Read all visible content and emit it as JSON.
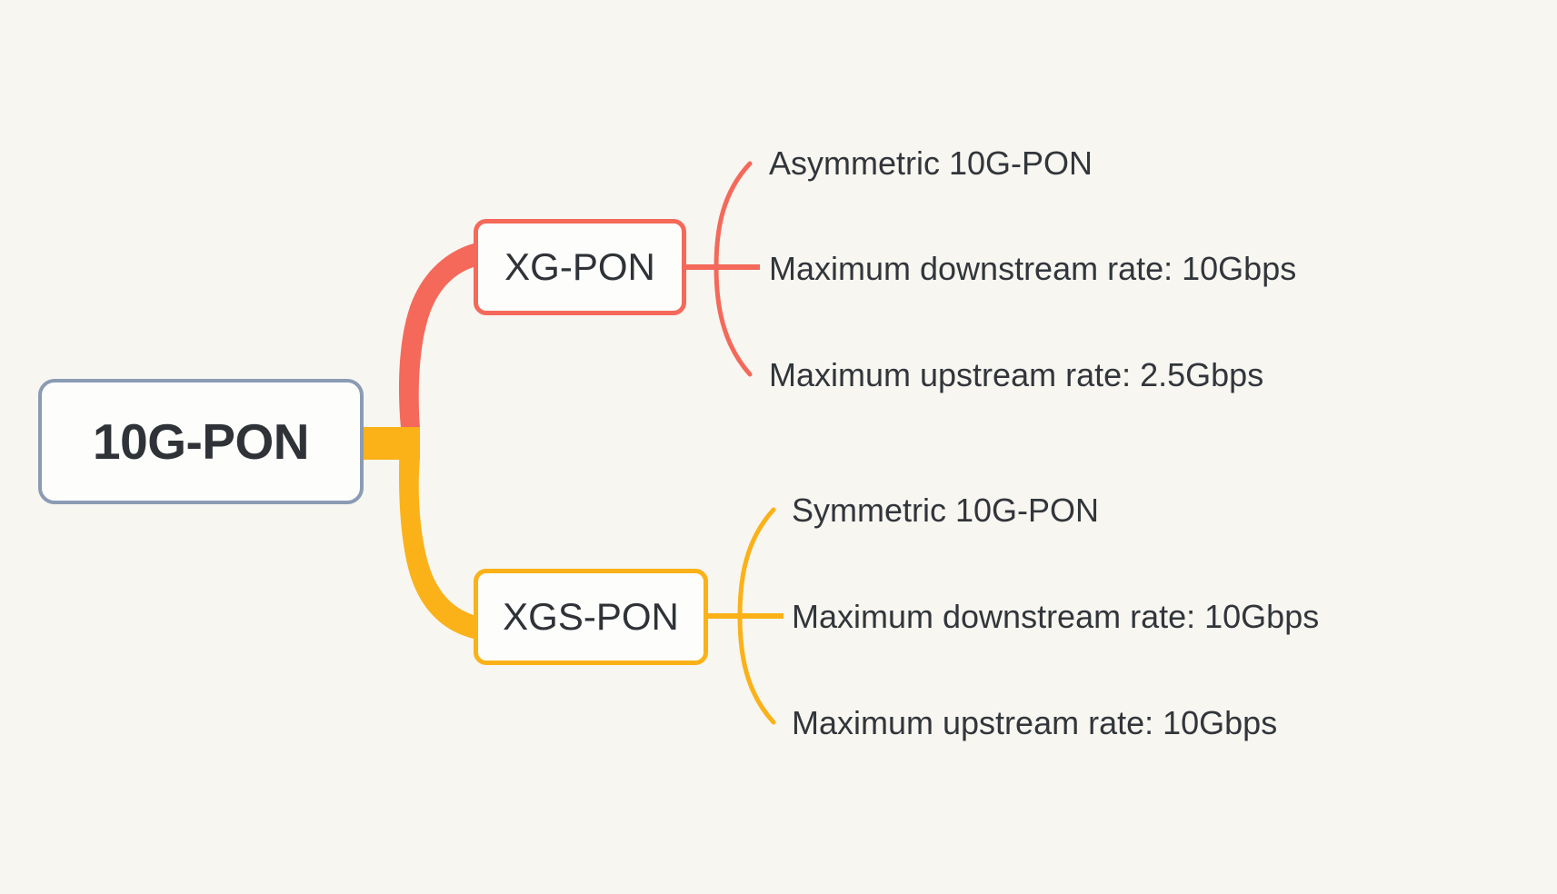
{
  "diagram": {
    "type": "mind-map",
    "background_color": "#f7f6f1",
    "root": {
      "label": "10G-PON",
      "border_color": "#8b9bb4",
      "fill_color": "#fdfdfc"
    },
    "branches": [
      {
        "label": "XG-PON",
        "color": "#f4695a",
        "leaves": [
          {
            "label": "Asymmetric 10G-PON"
          },
          {
            "label": "Maximum downstream rate: 10Gbps"
          },
          {
            "label": "Maximum upstream rate: 2.5Gbps"
          }
        ]
      },
      {
        "label": "XGS-PON",
        "color": "#fbb118",
        "leaves": [
          {
            "label": "Symmetric 10G-PON"
          },
          {
            "label": "Maximum downstream rate: 10Gbps"
          },
          {
            "label": "Maximum upstream rate: 10Gbps"
          }
        ]
      }
    ]
  }
}
